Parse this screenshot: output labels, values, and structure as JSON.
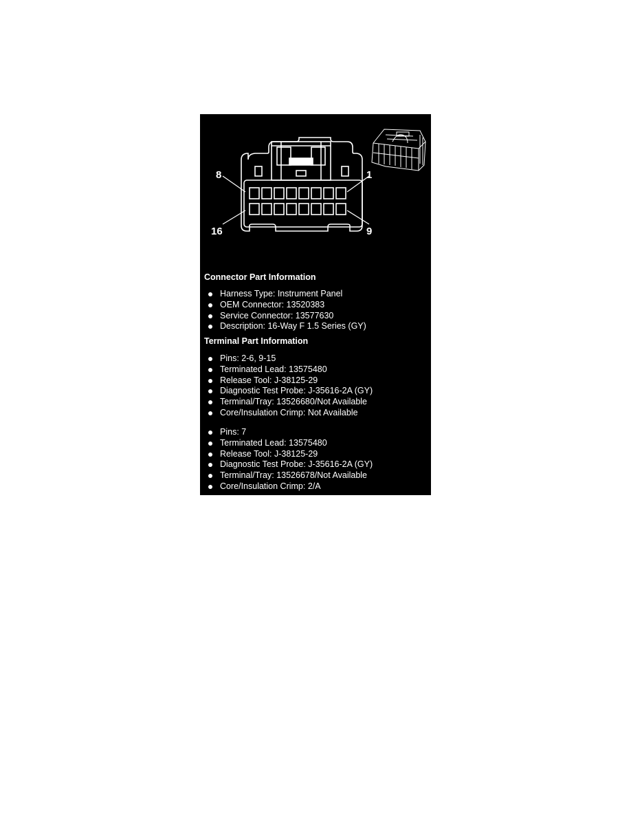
{
  "diagram": {
    "pin_labels": {
      "top_left": "8",
      "top_right": "1",
      "bottom_left": "16",
      "bottom_right": "9"
    },
    "rows": 2,
    "cavities_per_row": 8
  },
  "connector_info": {
    "title": "Connector Part Information",
    "items": [
      "Harness Type: Instrument Panel",
      "OEM Connector: 13520383",
      "Service Connector: 13577630",
      "Description: 16-Way F 1.5 Series (GY)"
    ]
  },
  "terminal_info": {
    "title": "Terminal Part Information",
    "groups": [
      {
        "items": [
          "Pins: 2-6, 9-15",
          "Terminated Lead: 13575480",
          "Release Tool: J-38125-29",
          "Diagnostic Test Probe: J-35616-2A (GY)",
          "Terminal/Tray: 13526680/Not Available",
          "Core/Insulation Crimp: Not Available"
        ]
      },
      {
        "items": [
          "Pins: 7",
          "Terminated Lead: 13575480",
          "Release Tool: J-38125-29",
          "Diagnostic Test Probe: J-35616-2A (GY)",
          "Terminal/Tray: 13526678/Not Available",
          "Core/Insulation Crimp: 2/A"
        ]
      }
    ]
  }
}
